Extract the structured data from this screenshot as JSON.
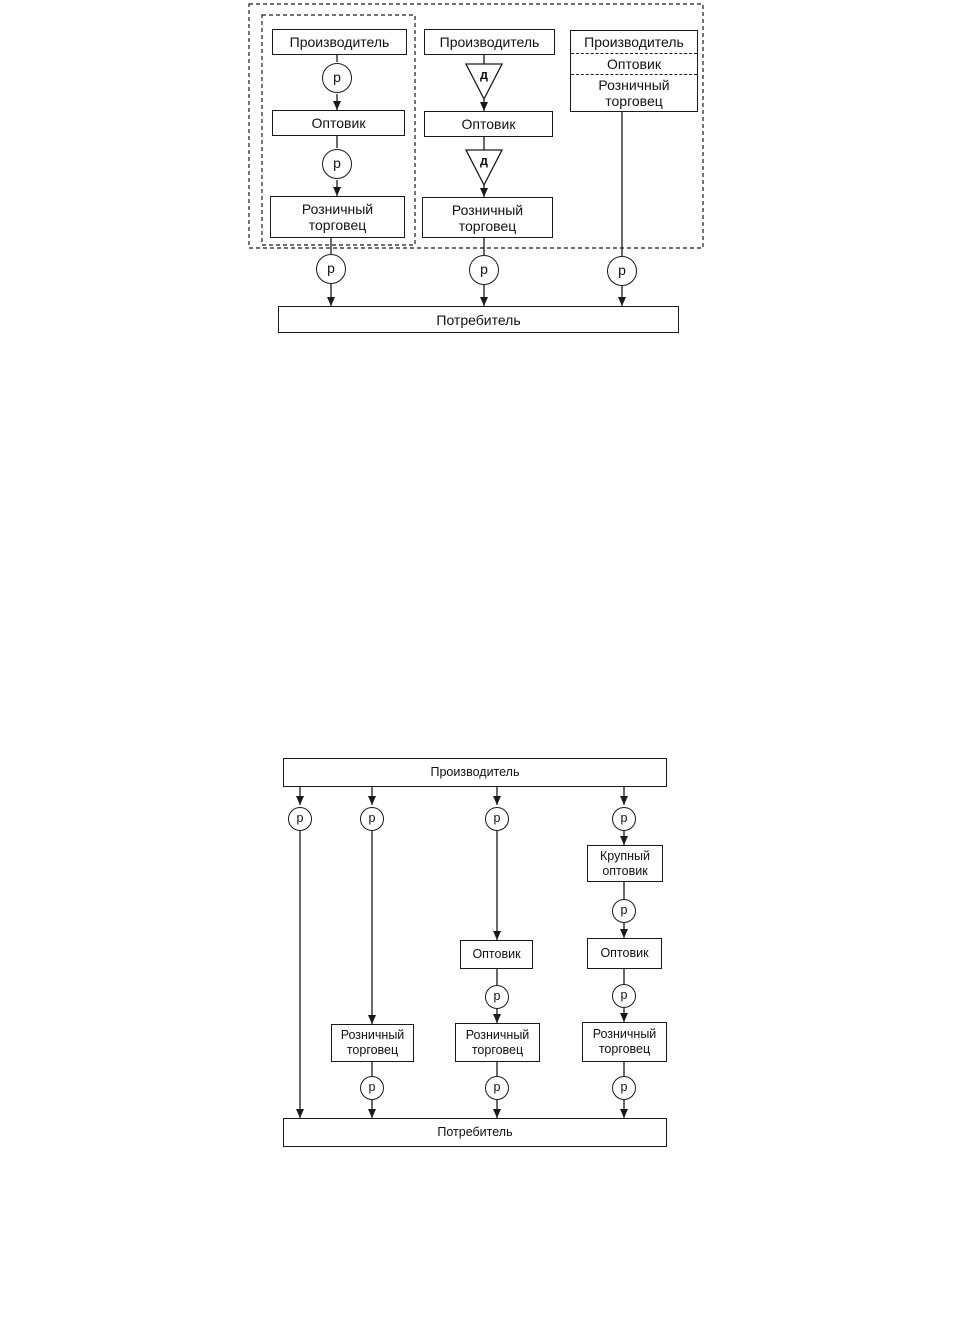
{
  "diagram1": {
    "producer": "Производитель",
    "wholesaler": "Оптовик",
    "retailer_line1": "Розничный",
    "retailer_line2": "торговец",
    "consumer": "Потребитель",
    "circle_label": "р",
    "triangle_label": "д"
  },
  "diagram2": {
    "producer": "Производитель",
    "large_wholesaler_line1": "Крупный",
    "large_wholesaler_line2": "оптовик",
    "wholesaler": "Оптовик",
    "retailer_line1": "Розничный",
    "retailer_line2": "торговец",
    "consumer": "Потребитель",
    "circle_label": "р"
  },
  "colors": {
    "line": "#1a1a1a",
    "background": "#ffffff"
  }
}
